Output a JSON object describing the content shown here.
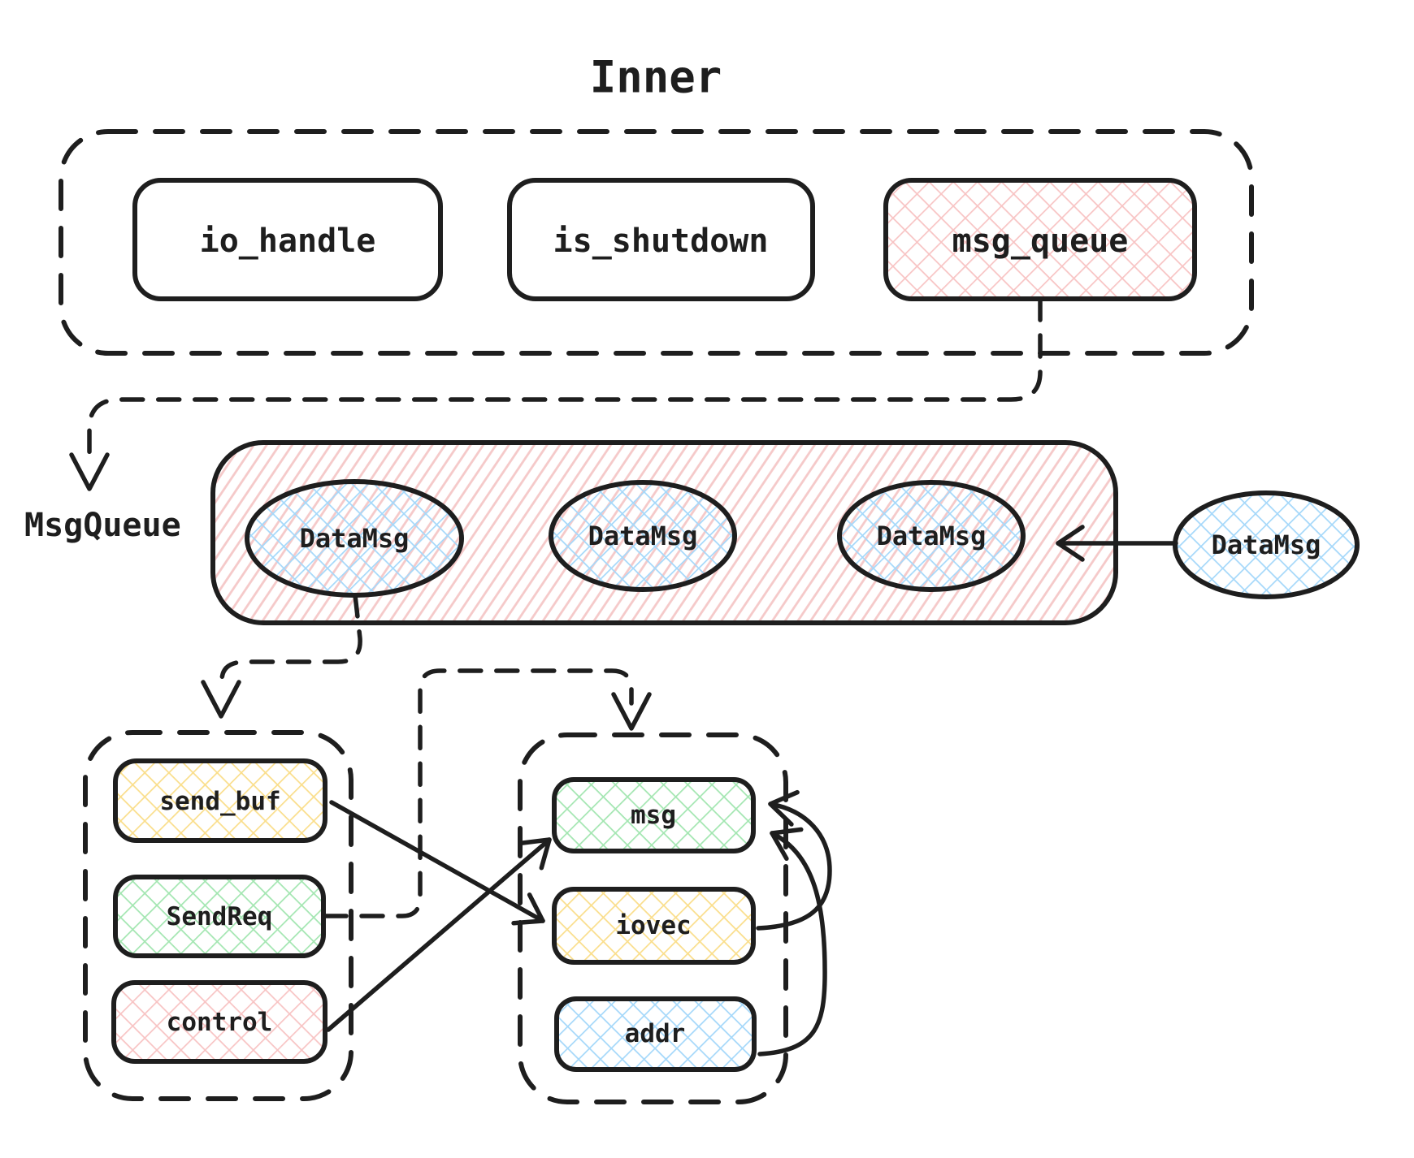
{
  "title": "Inner",
  "inner_struct": {
    "fields": [
      {
        "label": "io_handle",
        "fill": "none"
      },
      {
        "label": "is_shutdown",
        "fill": "none"
      },
      {
        "label": "msg_queue",
        "fill": "pink-crosshatch"
      }
    ]
  },
  "msg_queue_ref": {
    "label": "MsgQueue"
  },
  "queue": {
    "items": [
      {
        "label": "DataMsg"
      },
      {
        "label": "DataMsg"
      },
      {
        "label": "DataMsg"
      }
    ],
    "incoming": {
      "label": "DataMsg"
    }
  },
  "send_req_struct": {
    "fields": [
      {
        "label": "send_buf",
        "fill": "yellow-crosshatch"
      },
      {
        "label": "SendReq",
        "fill": "green-crosshatch"
      },
      {
        "label": "control",
        "fill": "pink-crosshatch"
      }
    ]
  },
  "msghdr_struct": {
    "fields": [
      {
        "label": "msg",
        "fill": "green-crosshatch"
      },
      {
        "label": "iovec",
        "fill": "yellow-crosshatch"
      },
      {
        "label": "addr",
        "fill": "blue-crosshatch"
      }
    ]
  },
  "colors": {
    "stroke": "#1e1e1e",
    "pink": "#F8C4C4",
    "pink_hachure": "#F5C9C9",
    "blue": "#A5D8FA",
    "yellow": "#FADE8B",
    "green": "#A3E6B1"
  }
}
